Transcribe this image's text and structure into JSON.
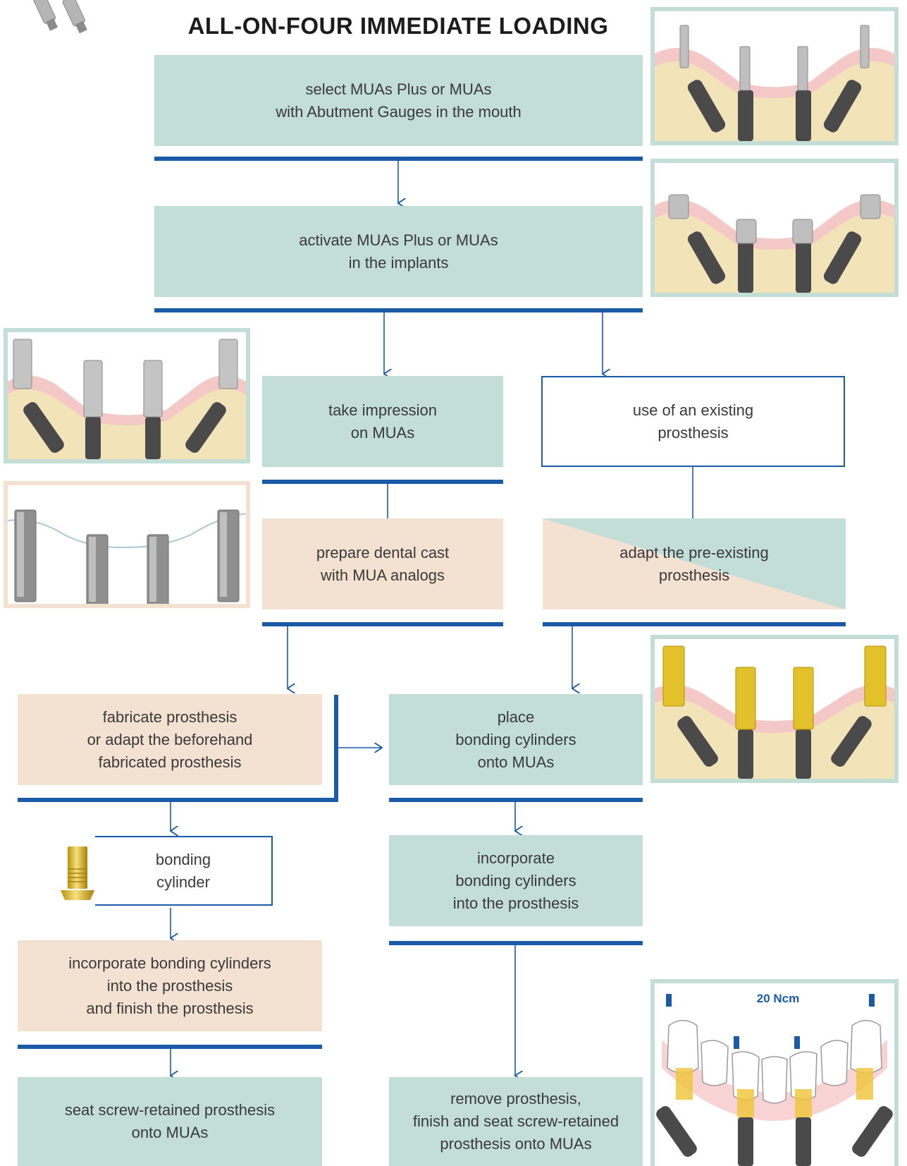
{
  "title": "ALL-ON-FOUR IMMEDIATE LOADING",
  "steps": {
    "select_muas": "select MUAs Plus or MUAs\nwith Abutment Gauges in the mouth",
    "activate_muas": "activate MUAs Plus or MUAs\nin the implants",
    "take_impression": "take impression\non MUAs",
    "existing_prosthesis": "use of an existing\nprosthesis",
    "prepare_cast": "prepare dental cast\nwith MUA analogs",
    "adapt_prosthesis": "adapt the pre-existing\nprosthesis",
    "fabricate_prosthesis": "fabricate prosthesis\nor adapt the beforehand\nfabricated prosthesis",
    "place_cylinders": "place\nbonding cylinders\nonto MUAs",
    "bonding_cylinder": "bonding\ncylinder",
    "incorporate_right": "incorporate\nbonding cylinders\ninto the prosthesis",
    "incorporate_left": "incorporate bonding cylinders\ninto the prosthesis\nand finish the prosthesis",
    "seat_left": "seat screw-retained prosthesis\nonto MUAs",
    "remove_right": "remove prosthesis,\nfinish and seat screw-retained\nprosthesis onto MUAs"
  },
  "torque_label": "20 Ncm",
  "colors": {
    "accent_blue": "#1a5aa6",
    "green_fill": "#c3ded6",
    "peach_fill": "#f3e1d1",
    "gum_pink": "#f5c8c8",
    "bone_beige": "#f2e3b8",
    "implant_gray": "#4a4a4a",
    "titanium": "#bfbfbf",
    "gold": "#e3c12a"
  },
  "icons": [
    "implant-gauges-corner-icon",
    "gauges-in-implants-illustration",
    "activated-muas-illustration",
    "impression-copings-illustration",
    "mua-analogs-cast-illustration",
    "bonding-cylinders-illustration",
    "bonding-cylinder-icon",
    "final-prosthesis-illustration"
  ]
}
